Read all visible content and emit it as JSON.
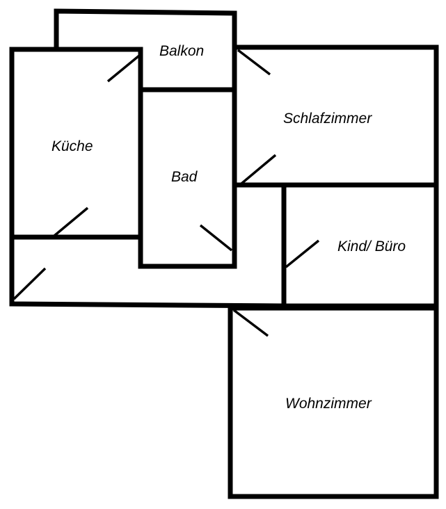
{
  "rooms": {
    "balkon": "Balkon",
    "kueche": "Küche",
    "bad": "Bad",
    "schlafzimmer": "Schlafzimmer",
    "kind_buero": "Kind/ Büro",
    "wohnzimmer": "Wohnzimmer"
  },
  "colors": {
    "balcony_fill": "#d9d9d9",
    "walls": "#000000"
  }
}
